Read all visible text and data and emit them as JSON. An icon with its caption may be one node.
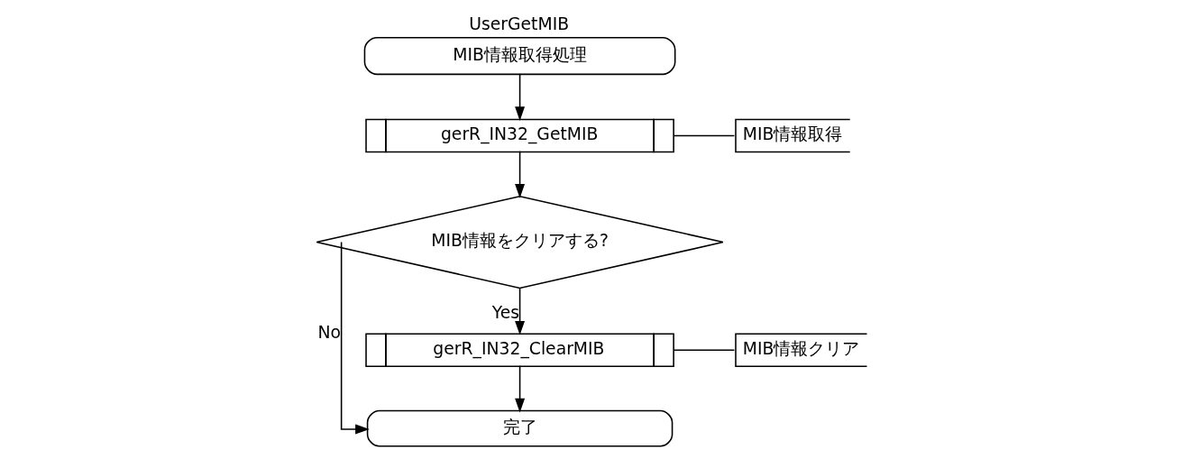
{
  "diagram": {
    "nodes": [
      {
        "text": [
          "UserGetMIB",
          "MIB情報取得処理"
        ]
      },
      {
        "text": [
          "gerR_IN32_GetMIB"
        ]
      },
      {
        "text": [
          "MIB情報取得"
        ]
      },
      {
        "text": [
          "MIB情報をクリアする?"
        ]
      },
      {
        "text": [
          "gerR_IN32_ClearMIB"
        ]
      },
      {
        "text": [
          "MIB情報クリア"
        ]
      },
      {
        "text": [
          "完了"
        ]
      }
    ],
    "edges": [
      {
        "from": 0,
        "to": 1,
        "arrow": "to"
      },
      {
        "from": 1,
        "to": 2,
        "arrow": "none"
      },
      {
        "from": 1,
        "to": 3,
        "arrow": "to"
      },
      {
        "from": 3,
        "to": 4,
        "arrow": "to",
        "label": "Yes"
      },
      {
        "from": 4,
        "to": 5,
        "arrow": "none"
      },
      {
        "from": 4,
        "to": 6,
        "arrow": "to"
      },
      {
        "from": 3,
        "to": 6,
        "arrow": "to",
        "label": "No"
      }
    ]
  }
}
